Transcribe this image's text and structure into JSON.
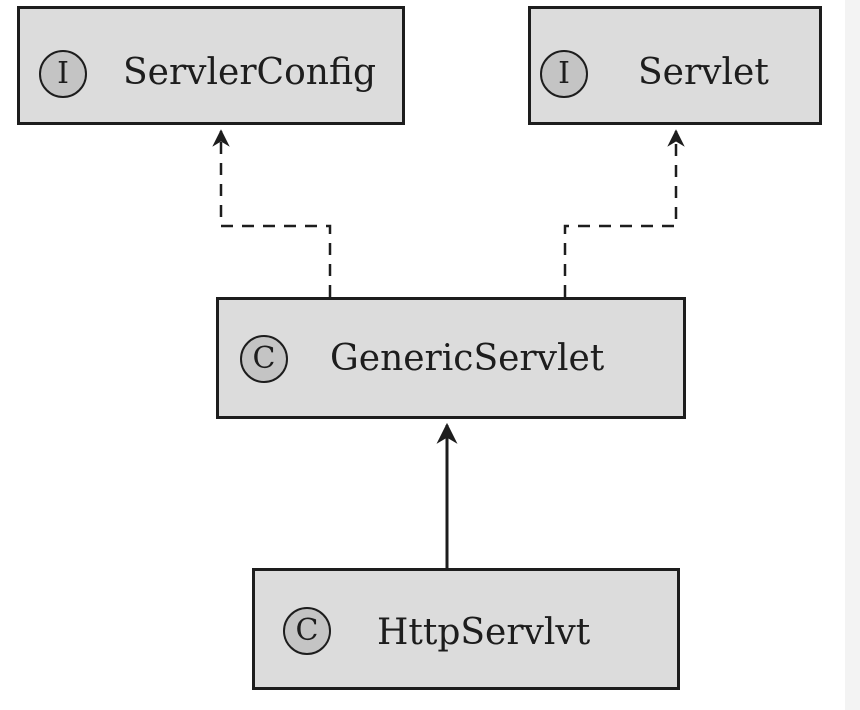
{
  "nodes": {
    "servlet_config": {
      "kind": "I",
      "name": "ServlerConfig"
    },
    "servlet": {
      "kind": "I",
      "name": "Servlet"
    },
    "generic_servlet": {
      "kind": "C",
      "name": "GenericServlet"
    },
    "http_servlet": {
      "kind": "C",
      "name": "HttpServlvt"
    }
  },
  "edges": [
    {
      "from": "GenericServlet",
      "to": "ServlerConfig",
      "style": "dashed",
      "relation": "implements"
    },
    {
      "from": "GenericServlet",
      "to": "Servlet",
      "style": "dashed",
      "relation": "implements"
    },
    {
      "from": "HttpServlvt",
      "to": "GenericServlet",
      "style": "solid",
      "relation": "extends"
    }
  ],
  "colors": {
    "node_fill": "#dcdcdc",
    "badge_fill": "#c4c4c4",
    "stroke": "#1d1d1d",
    "background": "#ffffff"
  }
}
